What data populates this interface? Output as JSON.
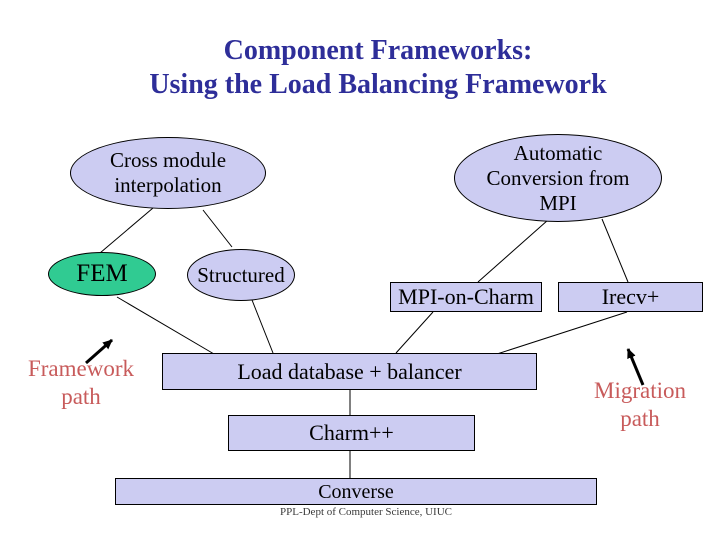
{
  "slide": {
    "title_line1": "Component Frameworks:",
    "title_line2": "Using the Load Balancing Framework",
    "footer": "PPL-Dept of Computer Science, UIUC"
  },
  "nodes": {
    "cross_module": "Cross module interpolation",
    "auto_conversion": "Automatic Conversion from MPI",
    "fem": "FEM",
    "structured": "Structured",
    "mpi_on_charm": "MPI-on-Charm",
    "irecv": "Irecv+",
    "load_db": "Load database + balancer",
    "charmpp": "Charm++",
    "converse": "Converse"
  },
  "annotations": {
    "framework_path": "Framework path",
    "migration_path": "Migration path"
  },
  "colors": {
    "title_text": "#2E2E99",
    "node_fill": "#CCCCF2",
    "fem_fill": "#30CB92",
    "annotation_text": "#C85B5B",
    "outline_and_lines": "#000000"
  }
}
